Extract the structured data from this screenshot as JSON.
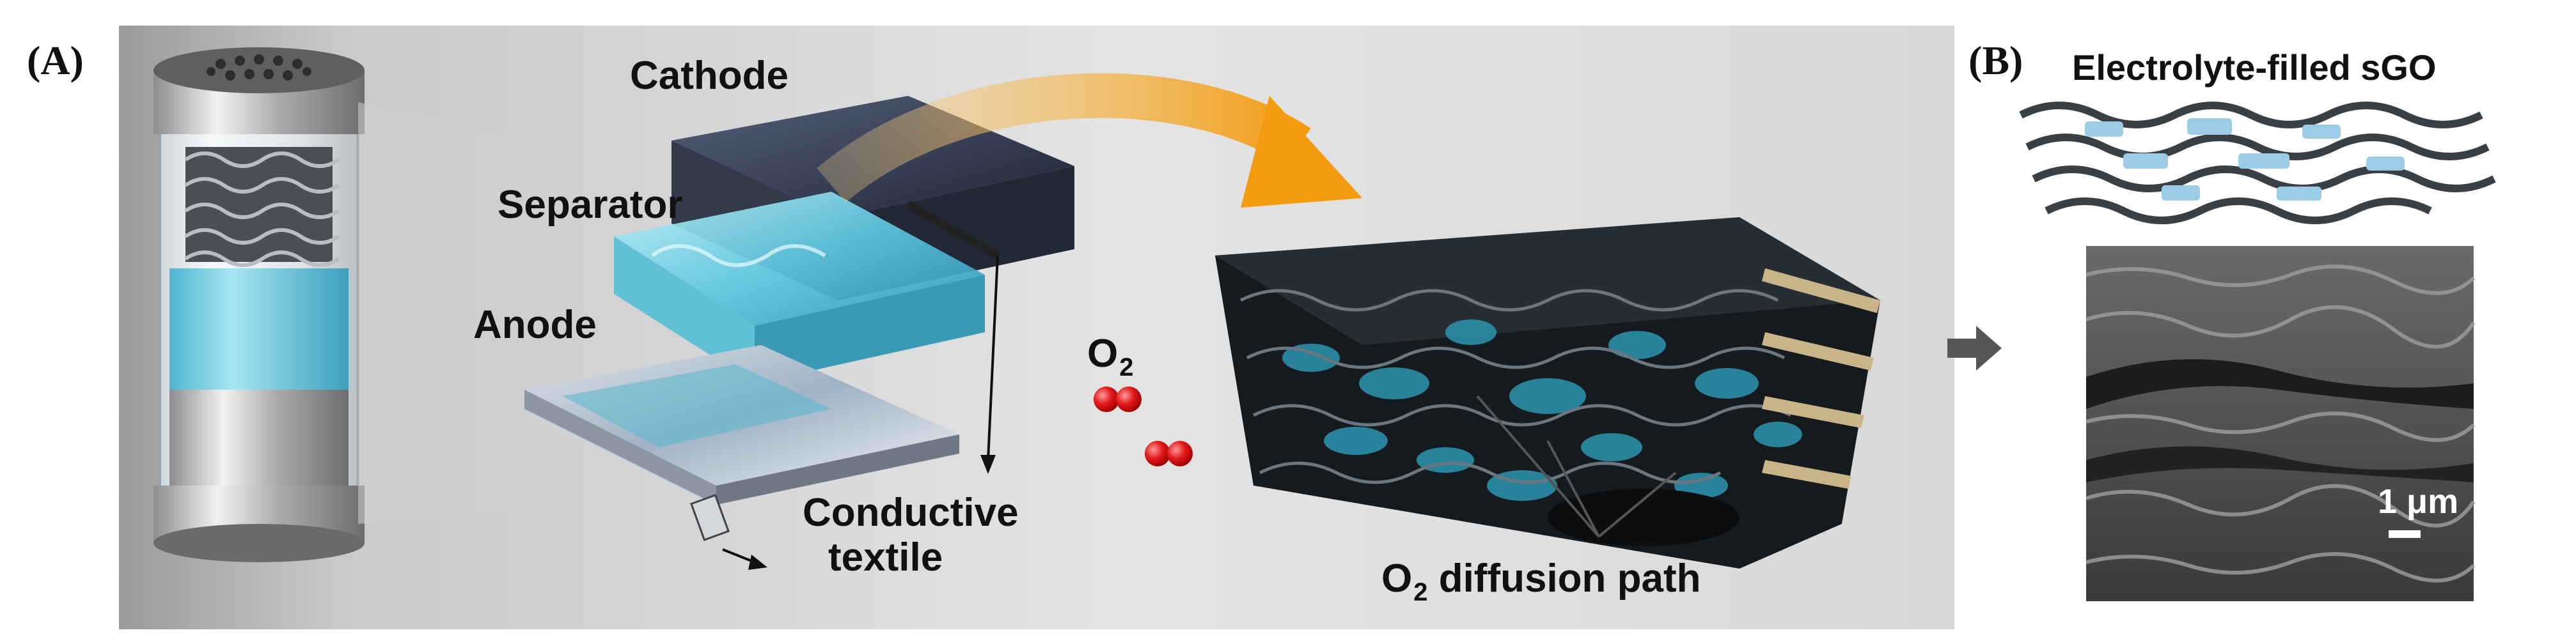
{
  "panels": {
    "a": "(A)",
    "b": "(B)"
  },
  "labels": {
    "cathode": "Cathode",
    "separator": "Separator",
    "anode": "Anode",
    "conductive_line1": "Conductive",
    "conductive_line2": "textile",
    "oxygen_main": "O",
    "oxygen_sub": "2",
    "diffusion_o": "O",
    "diffusion_sub": "2",
    "diffusion_rest": " diffusion path",
    "electrolyte_title": "Electrolyte-filled sGO",
    "scale_bar": "1 μm"
  },
  "colors": {
    "panel_bg_left": "#9a9a9a",
    "panel_bg_right": "#eeeeee",
    "electrolyte_blue": "#7fd6e8",
    "arrow_orange": "#f2a21a",
    "oxygen_red": "#e01818"
  }
}
